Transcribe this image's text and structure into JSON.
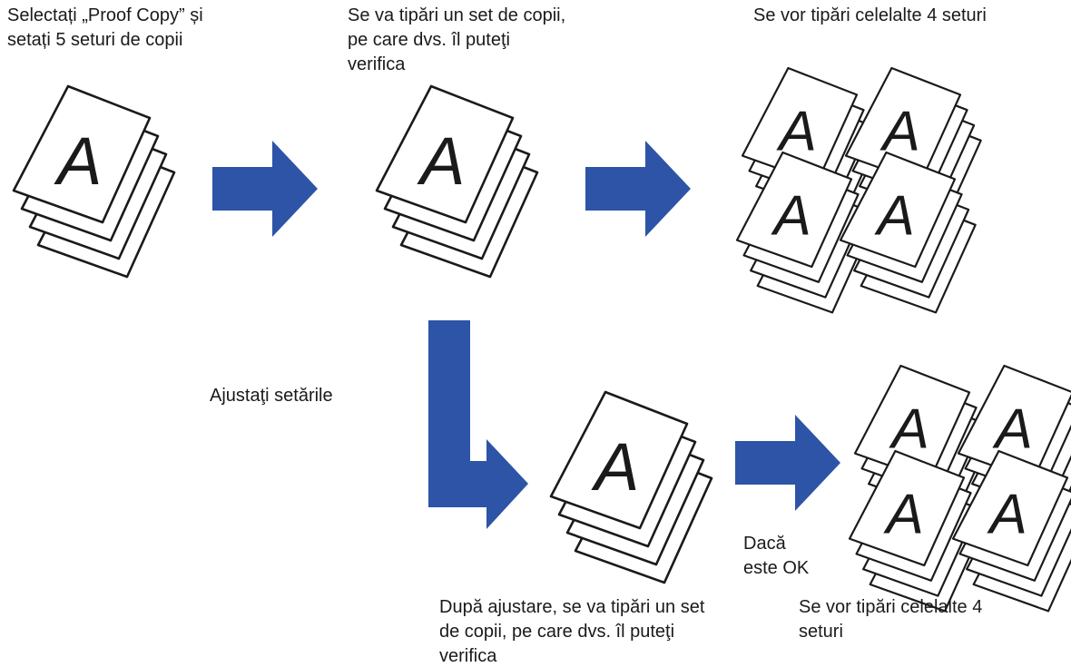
{
  "colors": {
    "arrow_blue": "#2d54a6",
    "paper_stroke": "#1a1a1a",
    "paper_fill": "#ffffff"
  },
  "captions": {
    "step1": "Selectați „Proof Copy” și\nsetați 5 seturi de copii",
    "step2": "Se va tipări un set de copii,\npe care dvs. îl puteţi\nverifica",
    "step3": "Se vor tipări celelalte 4 seturi",
    "adjust": "Ajustaţi setările",
    "ok": "Dacă\neste OK",
    "step4": "După ajustare, se va tipări un set\nde copii, pe care dvs. îl puteţi\nverifica",
    "step5": "Se vor tipări celelalte 4\nseturi"
  },
  "paper_glyph": "A",
  "icons": [
    "paper-stack-icon",
    "right-arrow-icon",
    "l-shaped-arrow-icon"
  ]
}
